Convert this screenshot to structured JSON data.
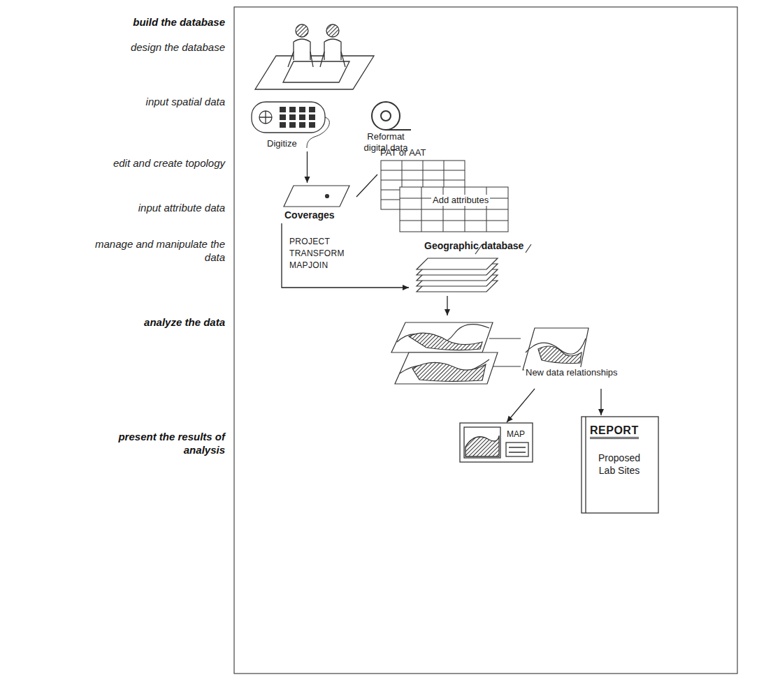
{
  "diagram": {
    "nodes": [
      {
        "text": [
          "Digitize"
        ]
      },
      {
        "text": [
          "Reformat digital data"
        ]
      },
      {
        "text": [
          "Coverages"
        ]
      },
      {
        "text": [
          "PAT or AAT"
        ]
      },
      {
        "text": [
          "Add attributes"
        ]
      },
      {
        "text": [
          "Geographic database"
        ]
      },
      {
        "text": [
          "New data relationships"
        ]
      },
      {
        "text": [
          "MAP"
        ]
      },
      {
        "text": [
          "REPORT",
          "Proposed Lab Sites"
        ]
      }
    ],
    "edges": [
      {
        "from": 0,
        "to": 2,
        "arrow": "to"
      },
      {
        "from": 2,
        "to": 3,
        "arrow": "none"
      },
      {
        "from": 2,
        "to": 5,
        "label": "PROJECT TRANSFORM MAPJOIN",
        "arrow": "to"
      },
      {
        "from": 5,
        "to": 6,
        "arrow": "to"
      },
      {
        "from": 6,
        "to": 7,
        "arrow": "to"
      },
      {
        "from": 6,
        "to": 8,
        "arrow": "to"
      }
    ],
    "labels": [
      "build the database",
      "design the database",
      "input spatial data",
      "edit and create topology",
      "input attribute data",
      "manage and manipulate the data",
      "analyze the data",
      "present the results of analysis"
    ]
  }
}
